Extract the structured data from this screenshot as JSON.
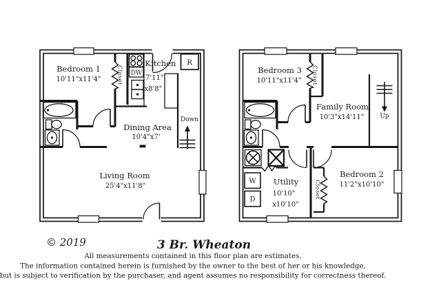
{
  "floor1": {
    "bedroom1": {
      "label": "Bedroom 1",
      "dims": "10'11\"x11'4\""
    },
    "closet": {
      "label": "Closet"
    },
    "kitchen": {
      "label": "Kitchen",
      "dim1": "7'11\"",
      "dim2": "x8'8\""
    },
    "dining": {
      "label": "Dining Area",
      "dims": "10'4\"x7'"
    },
    "living": {
      "label": "Living Room",
      "dims": "25'4\"x11'8\""
    },
    "refrigerator": "R",
    "dishwasher": "DW",
    "stairs": "Down"
  },
  "floor2": {
    "bedroom3": {
      "label": "Bedroom 3",
      "dims": "10'11\"x11'4\""
    },
    "closet3": {
      "label": "Closet"
    },
    "family": {
      "label": "Family Room",
      "dims": "10'3\"x14'11\""
    },
    "bedroom2": {
      "label": "Bedroom 2",
      "dims": "11'2\"x10'10\""
    },
    "closet2": {
      "label": "Closet"
    },
    "utility": {
      "label": "Utility",
      "dim1": "10'10\"",
      "dim2": "x10'10\""
    },
    "washer": "W",
    "dryer": "D",
    "stairs": "Up"
  },
  "footer": {
    "copyright": "© 2019",
    "title": "3 Br. Wheaton",
    "disclaimer1": "All measurements contained in this floor plan are estimates.",
    "disclaimer2": "The information contained herein is furnished by the owner to the best of her or his knowledge,",
    "disclaimer3": "but is subject to verification by the purchaser, and agent assumes no responsibility for correctness thereof."
  }
}
